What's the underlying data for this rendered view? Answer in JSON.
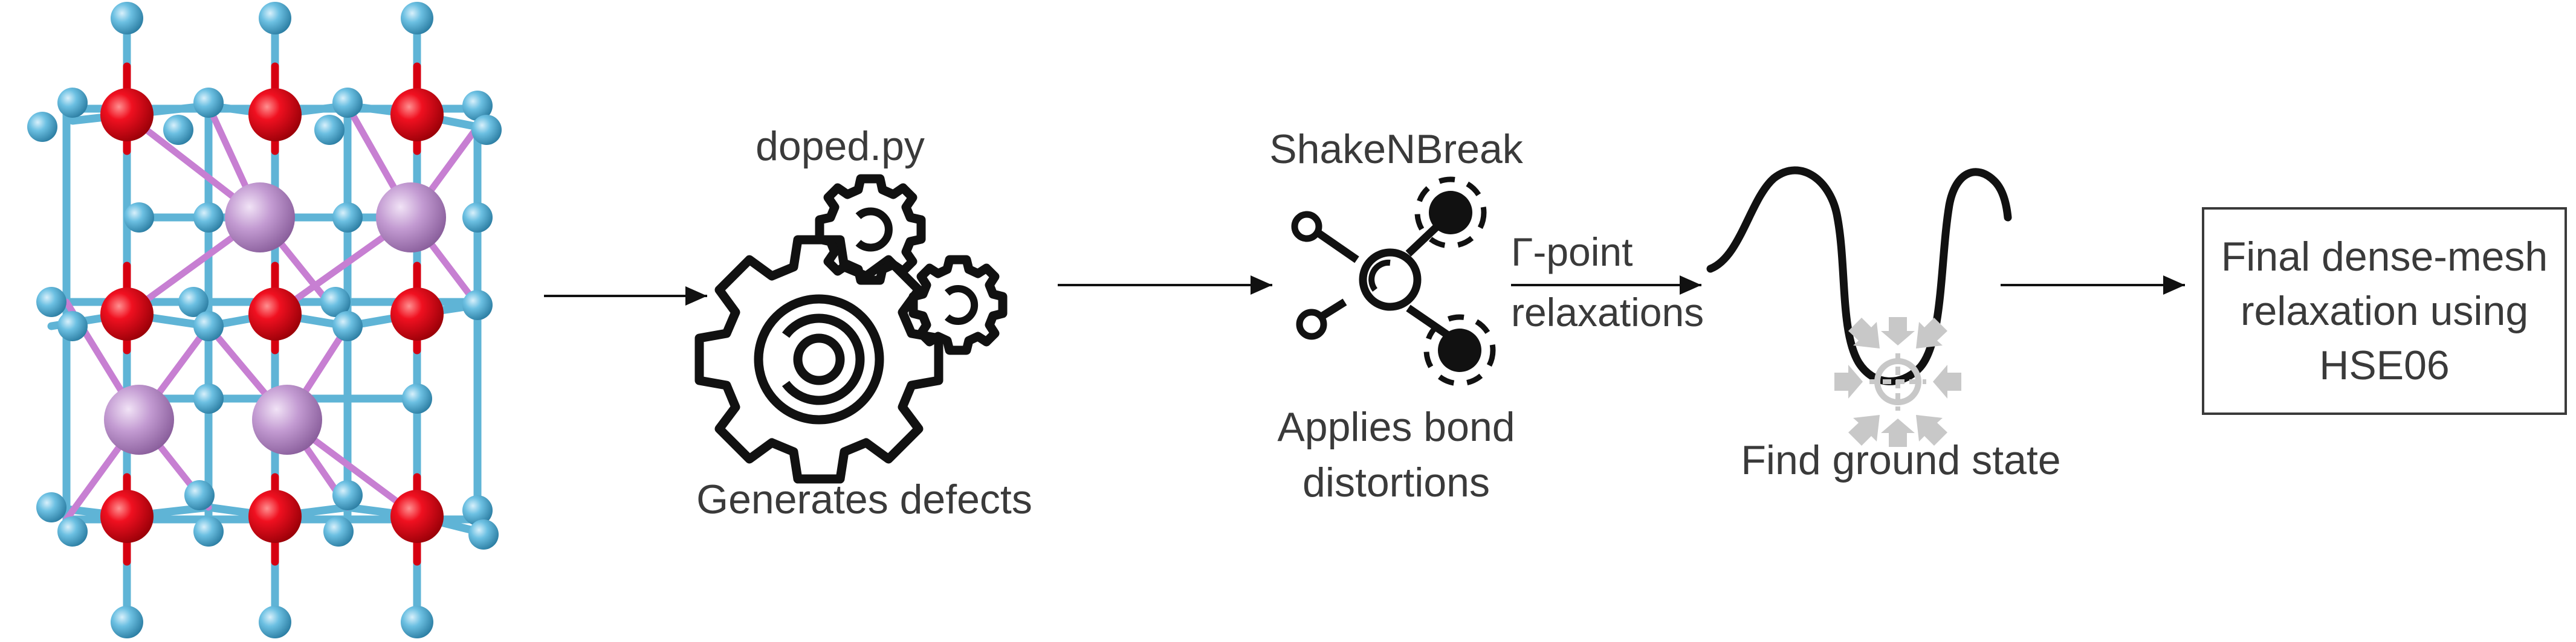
{
  "steps": {
    "doped_title": "doped.py",
    "doped_caption": "Generates defects",
    "snb_title": "ShakeNBreak",
    "snb_caption_1": "Applies bond",
    "snb_caption_2": "distortions",
    "gamma_label_1": "Γ-point",
    "gamma_label_2": "relaxations",
    "ground_caption": "Find ground state",
    "final_line_1": "Final dense-mesh",
    "final_line_2": "relaxation using",
    "final_line_3": "HSE06"
  },
  "icons": {
    "crystal": "crystal-structure-icon",
    "gears": "gears-icon",
    "molecule": "distorted-molecule-icon",
    "landscape": "energy-landscape-icon",
    "target": "ground-state-target-icon"
  },
  "colors": {
    "oxygen": "#e8000f",
    "bond_light": "#5fb4d6",
    "metal": "#b98cc8",
    "bond_pink": "#c77fd2",
    "text": "#3a3a3a",
    "ink": "#111111",
    "target_gray": "#c8c8c8"
  }
}
